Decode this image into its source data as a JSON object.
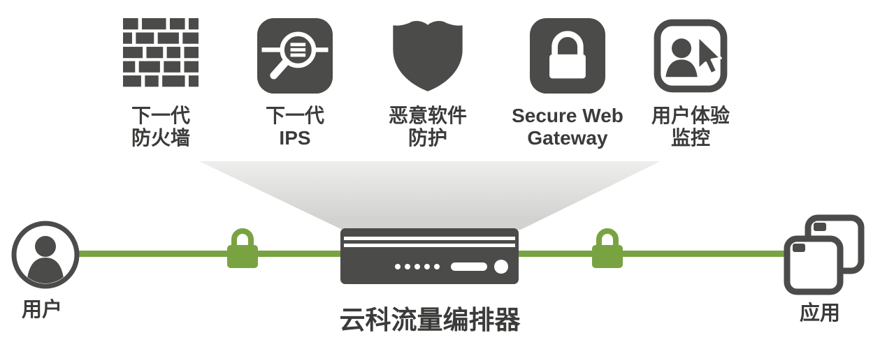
{
  "diagram_title": "云科流量编排器 service chaining diagram",
  "colors": {
    "icon_gray": "#4b4b4a",
    "accent_green": "#79a341",
    "funnel_gray": "#d2d2d0",
    "text": "#3b3b3a"
  },
  "services": [
    {
      "name": "next-gen-firewall",
      "icon": "firewall-bricks-icon",
      "label_lines": [
        "下一代",
        "防火墙"
      ]
    },
    {
      "name": "next-gen-ips",
      "icon": "magnifier-inspect-icon",
      "label_lines": [
        "下一代",
        "IPS"
      ]
    },
    {
      "name": "malware-protection",
      "icon": "shield-icon",
      "label_lines": [
        "恶意软件",
        "防护"
      ]
    },
    {
      "name": "secure-web-gateway",
      "icon": "padlock-icon",
      "label_lines": [
        "Secure Web",
        "Gateway"
      ]
    },
    {
      "name": "user-experience-monitoring",
      "icon": "user-cursor-icon",
      "label_lines": [
        "用户体验",
        "监控"
      ]
    }
  ],
  "flow": {
    "user_label": "用户",
    "app_label": "应用",
    "orchestrator_label": "云科流量编排器",
    "lock_icon": "green-padlock-icon",
    "user_icon": "user-circle-icon",
    "app_icon": "app-windows-icon",
    "orchestrator_icon": "appliance-server-icon"
  }
}
